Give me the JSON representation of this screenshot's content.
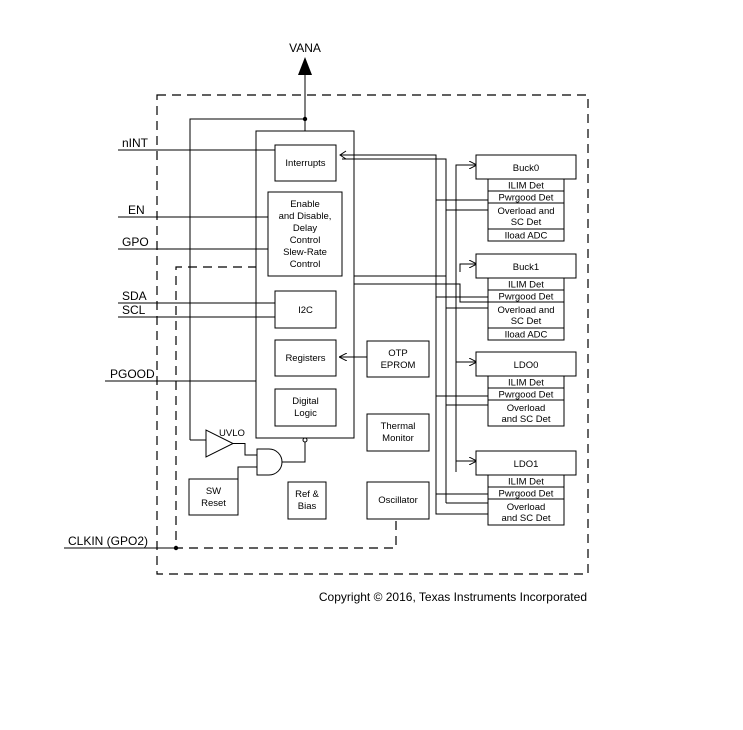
{
  "pins": {
    "vana": "VANA",
    "nint": "nINT",
    "en": "EN",
    "gpo": "GPO",
    "sda": "SDA",
    "scl": "SCL",
    "pgood": "PGOOD",
    "clkin": "CLKIN (GPO2)"
  },
  "blocks": {
    "interrupts": "Interrupts",
    "enable": [
      "Enable",
      "and Disable,",
      "Delay",
      "Control",
      "Slew-Rate",
      "Control"
    ],
    "i2c": "I2C",
    "registers": "Registers",
    "digital": [
      "Digital",
      "Logic"
    ],
    "otp": [
      "OTP",
      "EPROM"
    ],
    "thermal": [
      "Thermal",
      "Monitor"
    ],
    "oscillator": "Oscillator",
    "refbias": [
      "Ref &",
      "Bias"
    ],
    "swreset": [
      "SW",
      "Reset"
    ],
    "uvlo": "UVLO"
  },
  "regulators": {
    "buck0": {
      "name": "Buck0",
      "rows": [
        "ILIM Det",
        "Pwrgood Det",
        "Overload and\nSC Det",
        "Iload ADC"
      ]
    },
    "buck1": {
      "name": "Buck1",
      "rows": [
        "ILIM Det",
        "Pwrgood Det",
        "Overload and\nSC Det",
        "Iload ADC"
      ]
    },
    "ldo0": {
      "name": "LDO0",
      "rows": [
        "ILIM Det",
        "Pwrgood Det",
        "Overload\nand SC Det"
      ]
    },
    "ldo1": {
      "name": "LDO1",
      "rows": [
        "ILIM Det",
        "Pwrgood Det",
        "Overload\nand SC Det"
      ]
    }
  },
  "copyright": "Copyright © 2016, Texas Instruments Incorporated"
}
